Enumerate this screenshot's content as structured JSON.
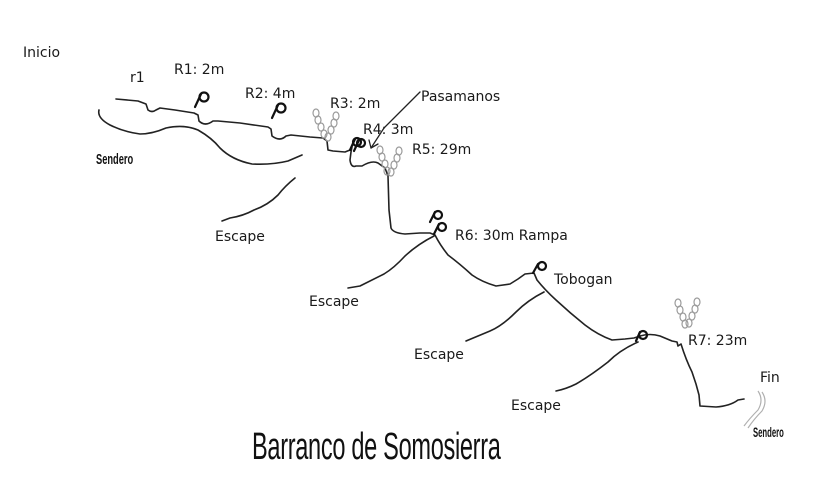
{
  "diagram": {
    "title": "Barranco de Somosierra",
    "start_label": "Inicio",
    "end_label": "Fin",
    "trail_labels": {
      "start": "Sendero",
      "end": "Sendero"
    },
    "rappels": [
      {
        "id": "r1",
        "label": "r1"
      },
      {
        "id": "R1",
        "label": "R1: 2m",
        "anchor": "piton"
      },
      {
        "id": "R2",
        "label": "R2: 4m",
        "anchor": "piton"
      },
      {
        "id": "R3",
        "label": "R3: 2m",
        "anchor": "chain"
      },
      {
        "id": "R4",
        "label": "R4: 3m",
        "anchor": "double-piton"
      },
      {
        "id": "R5",
        "label": "R5: 29m",
        "anchor": "chain"
      },
      {
        "id": "R6",
        "label": "R6: 30m  Rampa",
        "anchor": "double-piton"
      },
      {
        "id": "R7",
        "label": "R7: 23m",
        "anchor": "chain"
      }
    ],
    "features": [
      {
        "label": "Pasamanos"
      },
      {
        "label": "Tobogan"
      }
    ],
    "escapes": [
      "Escape",
      "Escape",
      "Escape",
      "Escape"
    ],
    "colors": {
      "line": "#222222",
      "chain": "#9a9a9a",
      "trail_end": "#b0b0b0",
      "text": "#1a1a1a"
    }
  }
}
